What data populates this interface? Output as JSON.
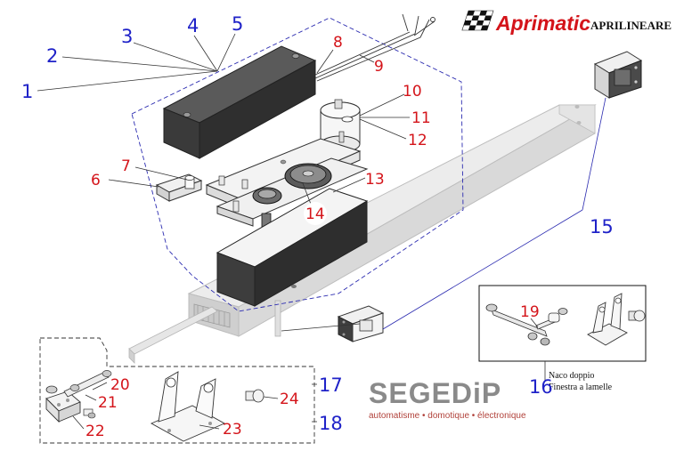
{
  "logo": {
    "brand_name": "Aprimatic",
    "product_line": "APRILINEARE",
    "flag_icon": "checkered-flag-icon"
  },
  "watermark": {
    "name": "SEGEDiP",
    "tagline": "automatisme • domotique • électronique"
  },
  "inset": {
    "caption_line1": "Naco doppio",
    "caption_line2": "Finestra a lamelle"
  },
  "callouts": {
    "blue": [
      "1",
      "2",
      "3",
      "4",
      "5",
      "15",
      "16",
      "17",
      "18"
    ],
    "red": [
      "6",
      "7",
      "8",
      "9",
      "10",
      "11",
      "12",
      "13",
      "14",
      "19",
      "20",
      "21",
      "22",
      "23",
      "24"
    ]
  },
  "colors": {
    "callout_blue": "#1f22c8",
    "callout_red": "#d4141a",
    "housing_dark": "#3b3b3b",
    "rail_grey": "#e2e2e2"
  }
}
